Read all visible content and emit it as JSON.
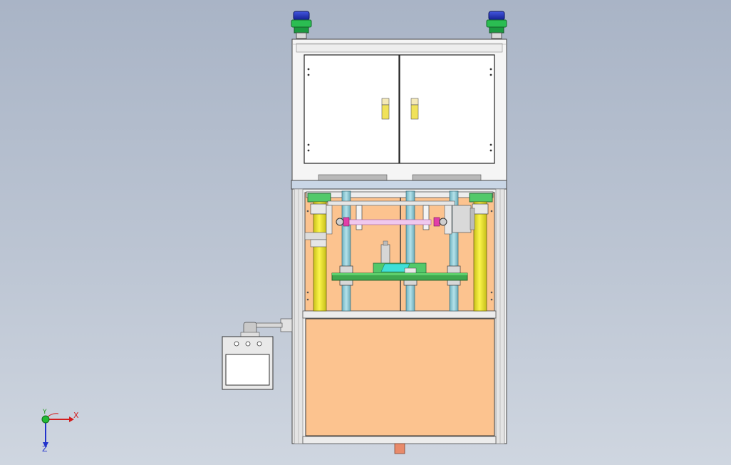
{
  "view": {
    "background_top": "#a9b4c6",
    "background_bottom": "#cfd6e0"
  },
  "axes": {
    "x_label": "X",
    "y_label": "Y",
    "z_label": "Z",
    "x_color": "#d21d1d",
    "y_color": "#1a9a1a",
    "z_color": "#2233cc"
  },
  "model": {
    "frame_color": "#f2f2f2",
    "panel_color": "#fcc38f",
    "beacon_cap_color": "#1f2fb0",
    "beacon_base_color": "#23b04a",
    "column_color": "#f3ea2a",
    "rod_color": "#8cc9d6",
    "platform_color": "#3fa84e",
    "accent_color": "#e23ea9"
  }
}
